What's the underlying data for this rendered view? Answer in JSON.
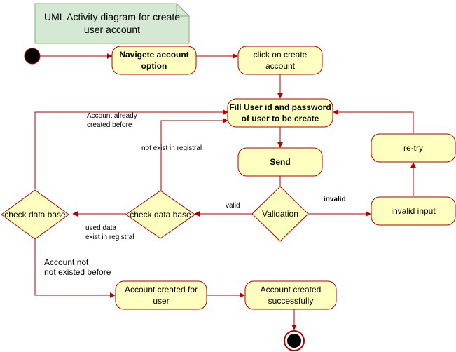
{
  "colors": {
    "stroke": "#b20000",
    "node_fill": "#ffffc0",
    "note_fill": "#d5e8d4",
    "note_stroke": "#82b366",
    "initial_fill": "#000000",
    "final_ring": "#b20000"
  },
  "note": {
    "line1": "UML Activity diagram for create",
    "line2": "user account"
  },
  "nodes": {
    "navigate": {
      "line1": "Navigete  account",
      "line2": "option"
    },
    "click_create": {
      "line1": "click on create",
      "line2": "account"
    },
    "fill": {
      "line1": "Fill User id and password",
      "line2": "of  user to be create"
    },
    "send": {
      "label": "Send"
    },
    "retry": {
      "label": "re-try"
    },
    "invalid_input": {
      "label": "invalid input"
    },
    "account_created_user": {
      "line1": "Account created for",
      "line2": "user"
    },
    "account_created_success": {
      "line1": "Account created",
      "line2": "successfully"
    }
  },
  "decisions": {
    "validation": "Validation",
    "check_db_mid": "check data base",
    "check_db_left": "check data base"
  },
  "edge_labels": {
    "already_1": "Account already",
    "already_2": "created before",
    "not_exist": "not exist in registral",
    "valid": "valid",
    "invalid": "invalid",
    "used_1": "used data",
    "used_2": "exist  in registral",
    "not_existed_1": "Account not",
    "not_existed_2": "not existed before"
  }
}
